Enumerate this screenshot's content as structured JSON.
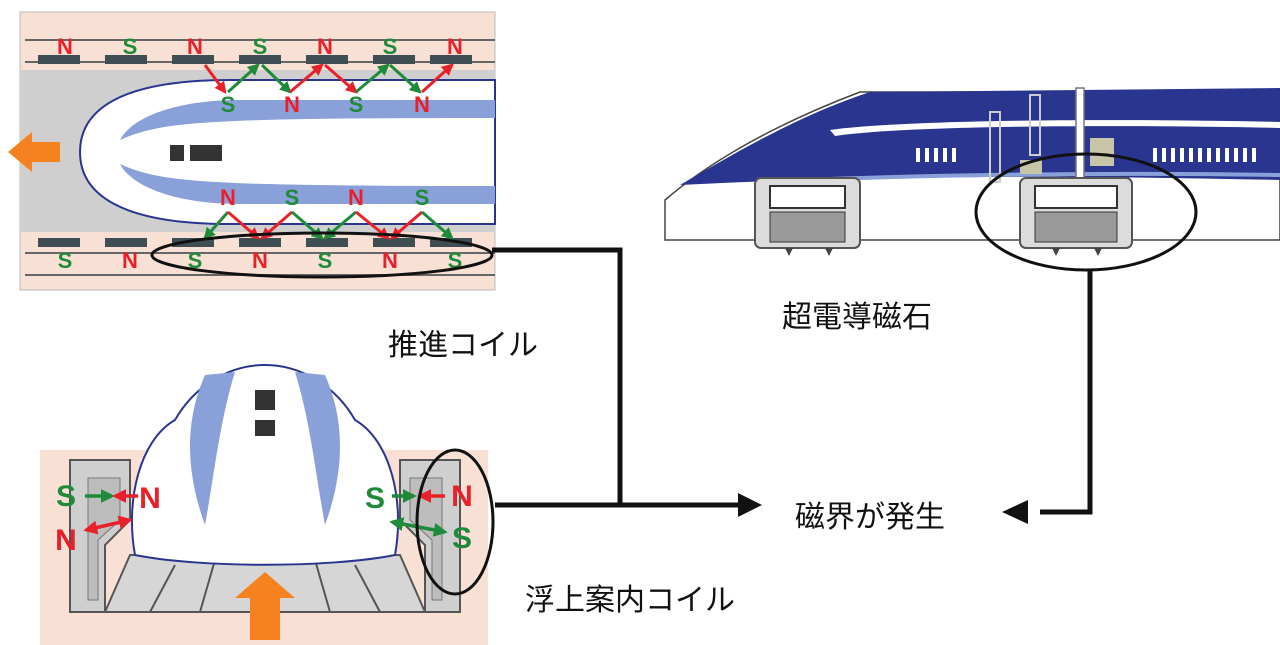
{
  "labels": {
    "propulsion_coil": "推進コイル",
    "superconducting_magnet": "超電導磁石",
    "levitation_guidance_coil": "浮上案内コイル",
    "magnetic_field_generated": "磁界が発生"
  },
  "poles": {
    "top_wall": [
      "N",
      "S",
      "N",
      "S",
      "N",
      "S",
      "N"
    ],
    "top_train": [
      "S",
      "N",
      "S",
      "N"
    ],
    "bottom_train": [
      "N",
      "S",
      "N",
      "S"
    ],
    "bottom_wall": [
      "S",
      "N",
      "S",
      "N",
      "S",
      "N",
      "S"
    ],
    "front_left": [
      "S",
      "N",
      "N"
    ],
    "front_right": [
      "S",
      "N",
      "S"
    ]
  },
  "colors": {
    "north": "#e8202a",
    "south": "#1e8a3a",
    "motion_arrow": "#f5821f",
    "guideway_wall": "#f8e0d4",
    "train_body": "#2a3590",
    "body_stripe": "#8aa0d8"
  }
}
